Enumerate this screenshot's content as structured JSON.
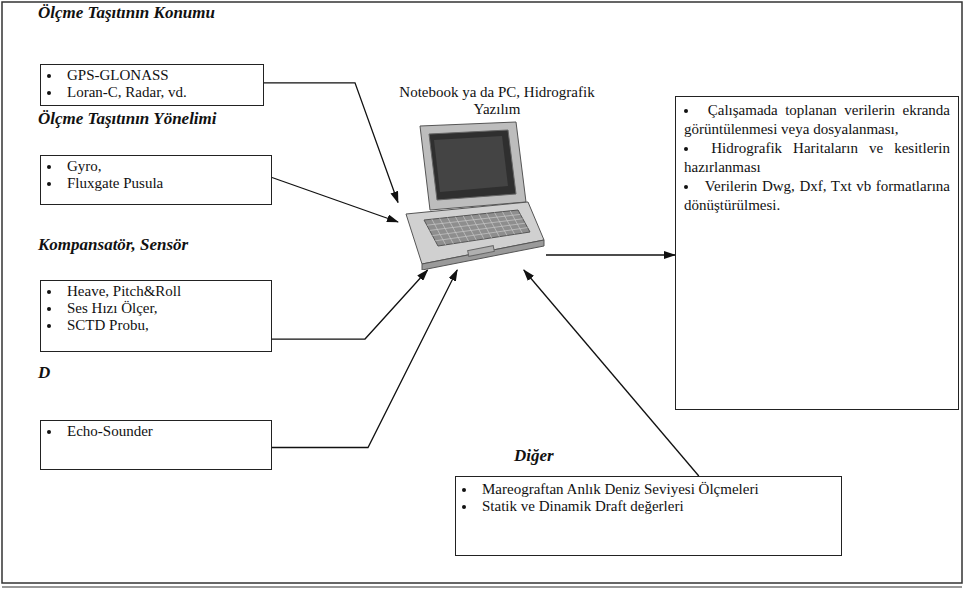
{
  "diagram": {
    "nodes": [
      {
        "text": [
          "Ölçme Taşıtının Konumu",
          "GPS-GLONASS",
          "Loran-C, Radar, vd."
        ]
      },
      {
        "text": [
          "Notebook ya da PC, Hidrografik Yazılım"
        ]
      },
      {
        "text": [
          "Çalışamada toplanan verilerin ekranda görüntülenmesi veya dosyalanması,",
          "Hidrografik Haritaların ve kesitlerin hazırlanması",
          "Verilerin Dwg, Dxf, Txt vb formatlarına dönüştürülmesi."
        ]
      },
      {
        "text": [
          "Ölçme Taşıtının Yönelimi",
          "Gyro,",
          "Fluxgate Pusula"
        ]
      },
      {
        "text": [
          "Kompansatör, Sensör",
          "Heave, Pitch&Roll",
          "Ses Hızı Ölçer,",
          "SCTD Probu,"
        ]
      },
      {
        "text": [
          "D",
          "Echo-Sounder"
        ]
      },
      {
        "text": [
          "Diğer",
          "Mareograftan Anlık Deniz Seviyesi Ölçmeleri",
          "Statik ve Dinamik Draft değerleri"
        ]
      }
    ],
    "edges": [
      {
        "from": 0,
        "to": 1,
        "arrow": "to"
      },
      {
        "from": 3,
        "to": 1,
        "arrow": "to"
      },
      {
        "from": 4,
        "to": 1,
        "arrow": "to"
      },
      {
        "from": 5,
        "to": 1,
        "arrow": "to"
      },
      {
        "from": 1,
        "to": 2,
        "arrow": "to"
      },
      {
        "from": 6,
        "to": 1,
        "arrow": "to"
      }
    ]
  }
}
